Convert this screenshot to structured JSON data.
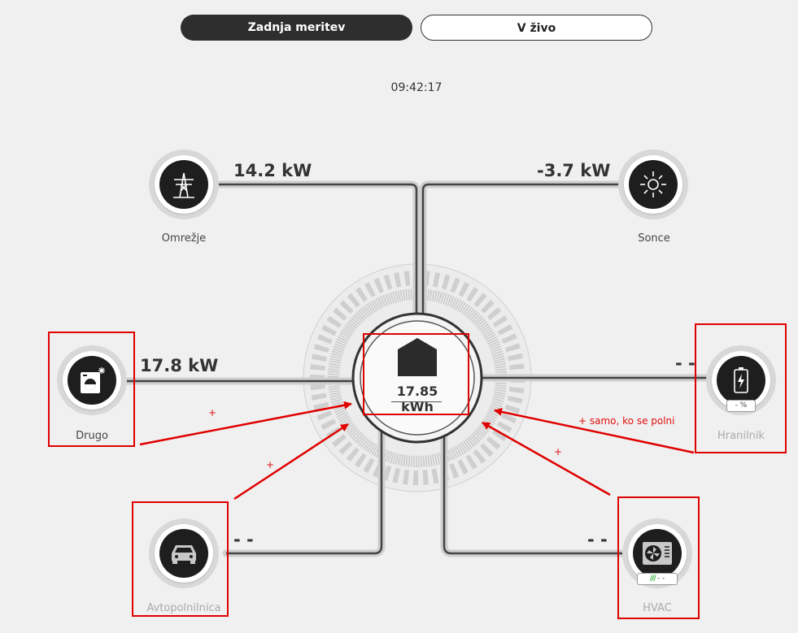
{
  "tabs": {
    "last_measurement": "Zadnja meritev",
    "live": "V živo"
  },
  "time": "09:42:17",
  "nodes": {
    "grid": {
      "label": "Omrežje",
      "power": "14.2 kW"
    },
    "solar": {
      "label": "Sonce",
      "power": "-3.7 kW"
    },
    "other": {
      "label": "Drugo",
      "power": "17.8 kW"
    },
    "battery": {
      "label": "Hranilnik",
      "power": "- -",
      "percent": "- %"
    },
    "ev_charger": {
      "label": "Avtopolnilnica",
      "power": "- -"
    },
    "hvac": {
      "label": "HVAC",
      "power": "- -",
      "badge_value": "- -"
    }
  },
  "center": {
    "value": "17.85 kWh"
  },
  "annotations": {
    "plus_other": "+",
    "plus_ev": "+",
    "plus_hvac": "+",
    "battery_note": "+ samo, ko se polni"
  },
  "colors": {
    "annotation_red": "#e00000",
    "dark": "#1e1e1e",
    "wire": "#555555"
  }
}
